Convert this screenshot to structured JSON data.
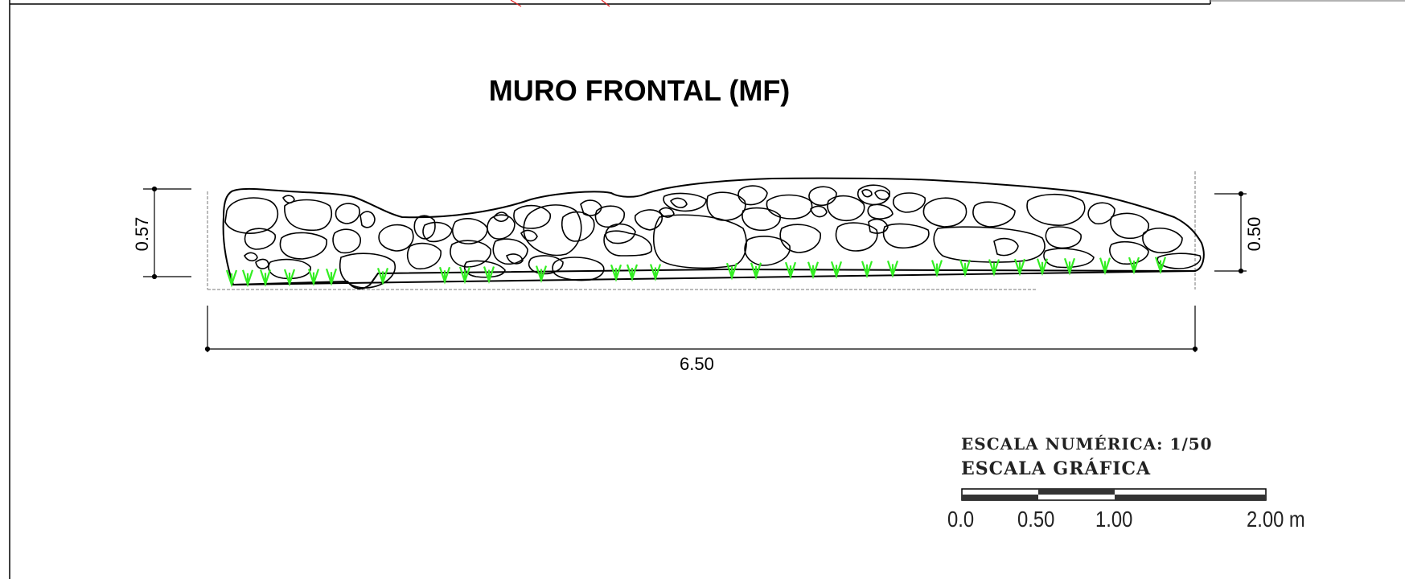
{
  "title": "MURO FRONTAL (MF)",
  "dimensions": {
    "left_height": "0.57",
    "right_height": "0.50",
    "length": "6.50"
  },
  "scale": {
    "numeric_label": "ESCALA NUMÉRICA: 1/50",
    "graphic_label": "ESCALA GRÁFICA",
    "ticks": [
      "0.0",
      "0.50",
      "1.00",
      "2.00 m"
    ]
  },
  "colors": {
    "line": "#000000",
    "grass": "#33ee22",
    "red_mark": "#dd2222"
  }
}
